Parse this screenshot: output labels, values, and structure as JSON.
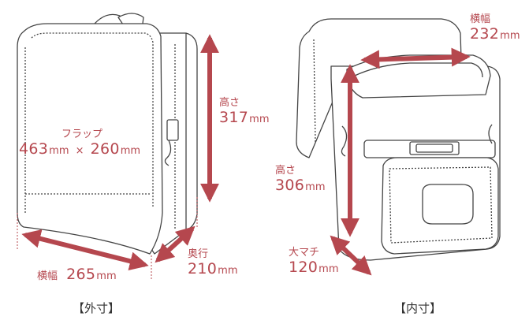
{
  "colors": {
    "accent": "#b5474e",
    "outline": "#444444",
    "fill": "#ffffff"
  },
  "outer": {
    "caption": "【外寸】",
    "flap": {
      "label": "フラップ",
      "v1": "463",
      "u1": "mm",
      "x": "×",
      "v2": "260",
      "u2": "mm"
    },
    "height": {
      "label": "高さ",
      "value": "317",
      "unit": "mm"
    },
    "width": {
      "label": "横幅",
      "value": "265",
      "unit": "mm"
    },
    "depth": {
      "label": "奥行",
      "value": "210",
      "unit": "mm"
    }
  },
  "inner": {
    "caption": "【内寸】",
    "width": {
      "label": "横幅",
      "value": "232",
      "unit": "mm"
    },
    "height": {
      "label": "高さ",
      "value": "306",
      "unit": "mm"
    },
    "gusset": {
      "label": "大マチ",
      "value": "120",
      "unit": "mm"
    }
  }
}
